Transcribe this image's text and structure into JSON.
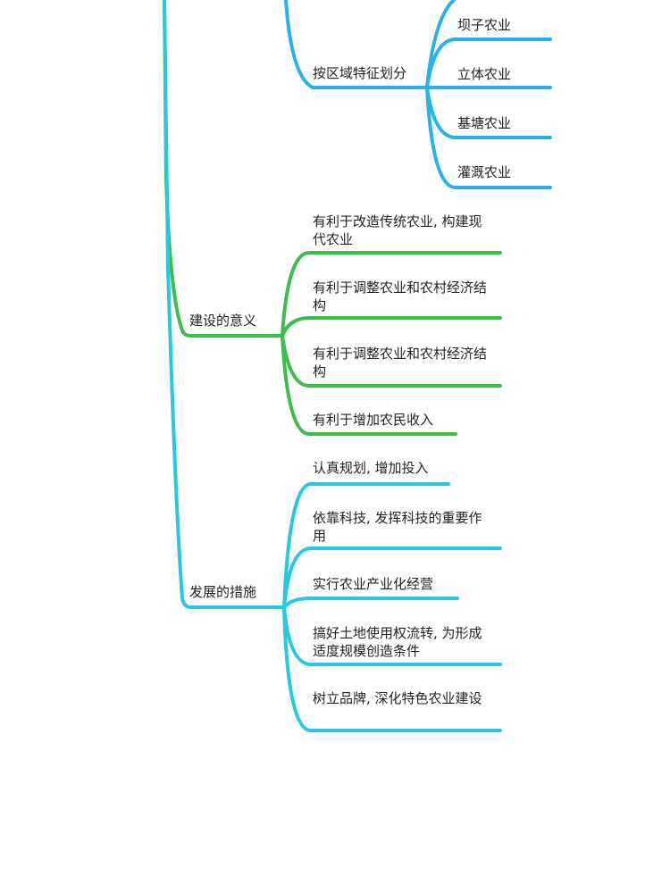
{
  "colors": {
    "blue": "#27B2EC",
    "green": "#3DBE4B",
    "cyan": "#25C9E0"
  },
  "mindmap": {
    "region_branch": {
      "label": "按区域特征划分",
      "items": [
        "坝子农业",
        "立体农业",
        "基塘农业",
        "灌溉农业"
      ]
    },
    "significance_branch": {
      "label": "建设的意义",
      "items": [
        "有利于改造传统农业, 构建现代农业",
        "有利于调整农业和农村经济结构",
        "有利于调整农业和农村经济结构",
        "有利于增加农民收入"
      ]
    },
    "measures_branch": {
      "label": "发展的措施",
      "items": [
        "认真规划, 增加投入",
        "依靠科技, 发挥科技的重要作用",
        "实行农业产业化经营",
        "搞好土地使用权流转, 为形成适度规模创造条件",
        "树立品牌, 深化特色农业建设"
      ]
    }
  }
}
